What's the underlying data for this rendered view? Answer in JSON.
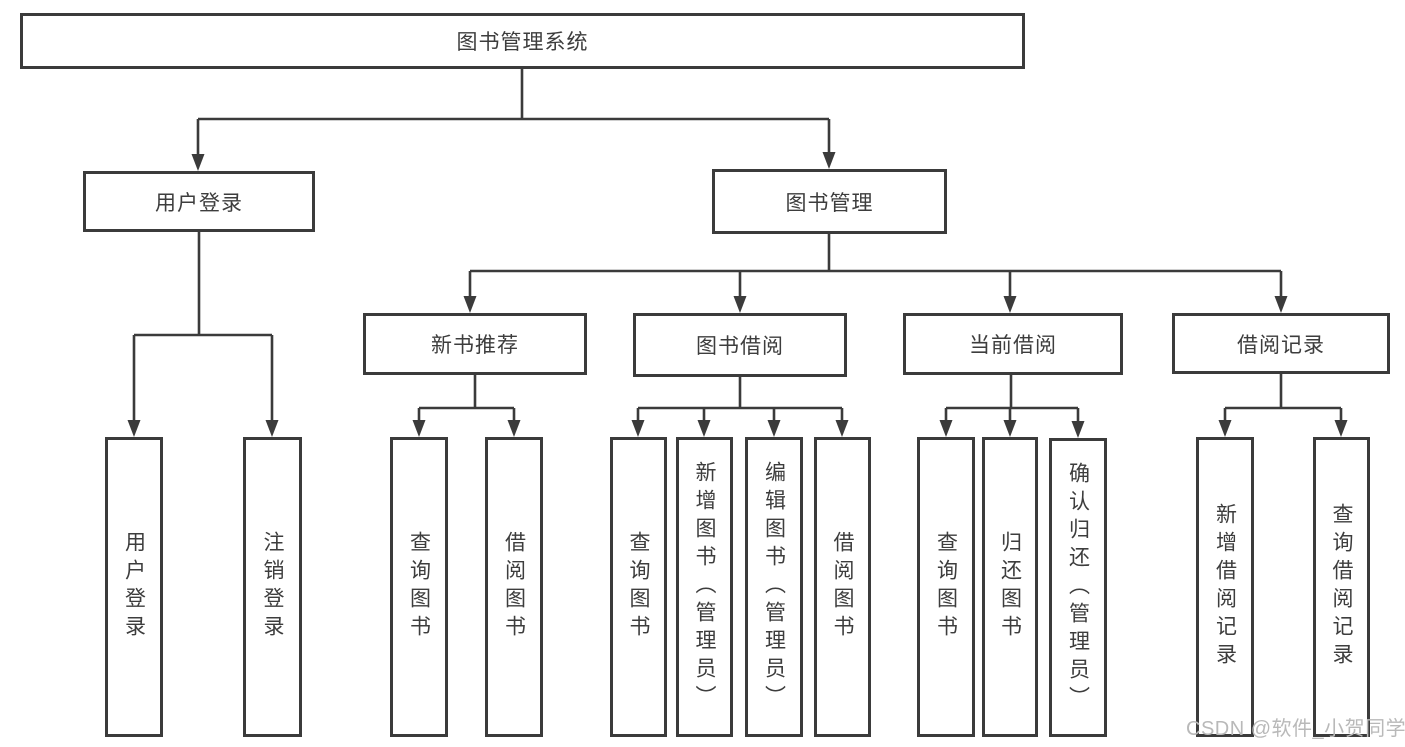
{
  "diagram": {
    "root": {
      "label": "图书管理系统"
    },
    "login_branch": {
      "label": "用户登录",
      "children": [
        "用户登录",
        "注销登录"
      ]
    },
    "manage_branch": {
      "label": "图书管理",
      "modules": [
        {
          "label": "新书推荐",
          "children": [
            "查询图书",
            "借阅图书"
          ]
        },
        {
          "label": "图书借阅",
          "children": [
            "查询图书",
            "新增图书（管理员）",
            "编辑图书（管理员）",
            "借阅图书"
          ]
        },
        {
          "label": "当前借阅",
          "children": [
            "查询图书",
            "归还图书",
            "确认归还（管理员）"
          ]
        },
        {
          "label": "借阅记录",
          "children": [
            "新增借阅记录",
            "查询借阅记录"
          ]
        }
      ]
    }
  },
  "watermark": {
    "text": "CSDN @软件_小贺同学"
  },
  "colors": {
    "line": "#3b3b3b",
    "box_border": "#3b3b3b",
    "text": "#3d3d3d",
    "watermark": "#b9b9b9",
    "background": "#ffffff"
  }
}
